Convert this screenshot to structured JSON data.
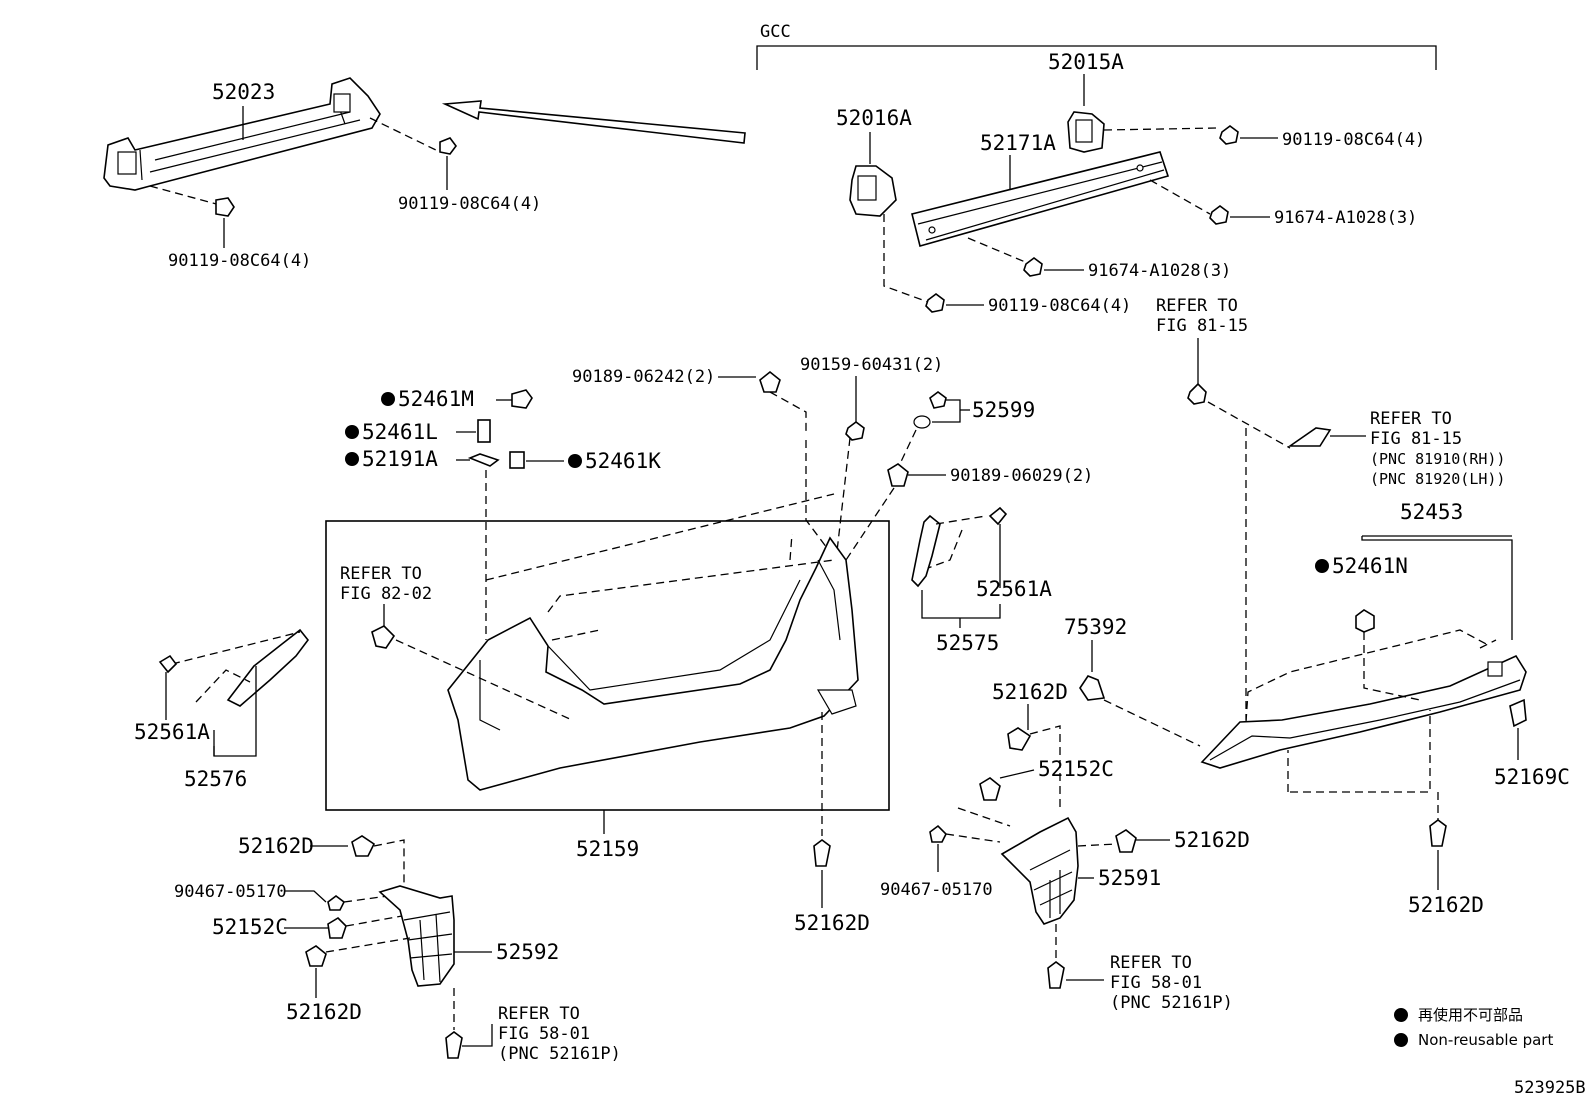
{
  "labels": {
    "gcc": "GCC",
    "p52015a": "52015A",
    "p52023": "52023",
    "p52016a": "52016A",
    "p52171a": "52171A",
    "p90119_a": "90119-08C64(4)",
    "p90119_b": "90119-08C64(4)",
    "p90119_c": "90119-08C64(4)",
    "p90119_d": "90119-08C64(4)",
    "p91674_a": "91674-A1028(3)",
    "p91674_b": "91674-A1028(3)",
    "refer_81_15_a1": "REFER TO",
    "refer_81_15_a2": "FIG 81-15",
    "p90159": "90159-60431(2)",
    "p90189_06242": "90189-06242(2)",
    "p52461m": "52461M",
    "p52461l": "52461L",
    "p52191a": "52191A",
    "p52461k": "52461K",
    "p52599": "52599",
    "p90189_06029": "90189-06029(2)",
    "refer_81_15_b1": "REFER TO",
    "refer_81_15_b2": "FIG 81-15",
    "refer_81_15_b3": "(PNC 81910(RH))",
    "refer_81_15_b4": "(PNC 81920(LH))",
    "p52453": "52453",
    "p52461n": "52461N",
    "refer_82_02_1": "REFER TO",
    "refer_82_02_2": "FIG 82-02",
    "p52561a_r": "52561A",
    "p52575": "52575",
    "p75392": "75392",
    "p52561a_l": "52561A",
    "p52576": "52576",
    "p52162d_mid": "52162D",
    "p52152c_r": "52152C",
    "p52169c": "52169C",
    "p52159": "52159",
    "p52162d_l1": "52162D",
    "p90467_l": "90467-05170",
    "p52152c_l": "52152C",
    "p52592": "52592",
    "p52162d_l2": "52162D",
    "p52162d_c": "52162D",
    "p90467_r": "90467-05170",
    "p52162d_r1": "52162D",
    "p52591": "52591",
    "p52162d_far": "52162D",
    "refer_58_01_r1": "REFER TO",
    "refer_58_01_r2": "FIG 58-01",
    "refer_58_01_r3": "(PNC 52161P)",
    "refer_58_01_l1": "REFER TO",
    "refer_58_01_l2": "FIG 58-01",
    "refer_58_01_l3": "(PNC 52161P)"
  },
  "legend": {
    "japanese": "再使用不可部品",
    "english": "Non-reusable part"
  },
  "figure_id": "523925B"
}
